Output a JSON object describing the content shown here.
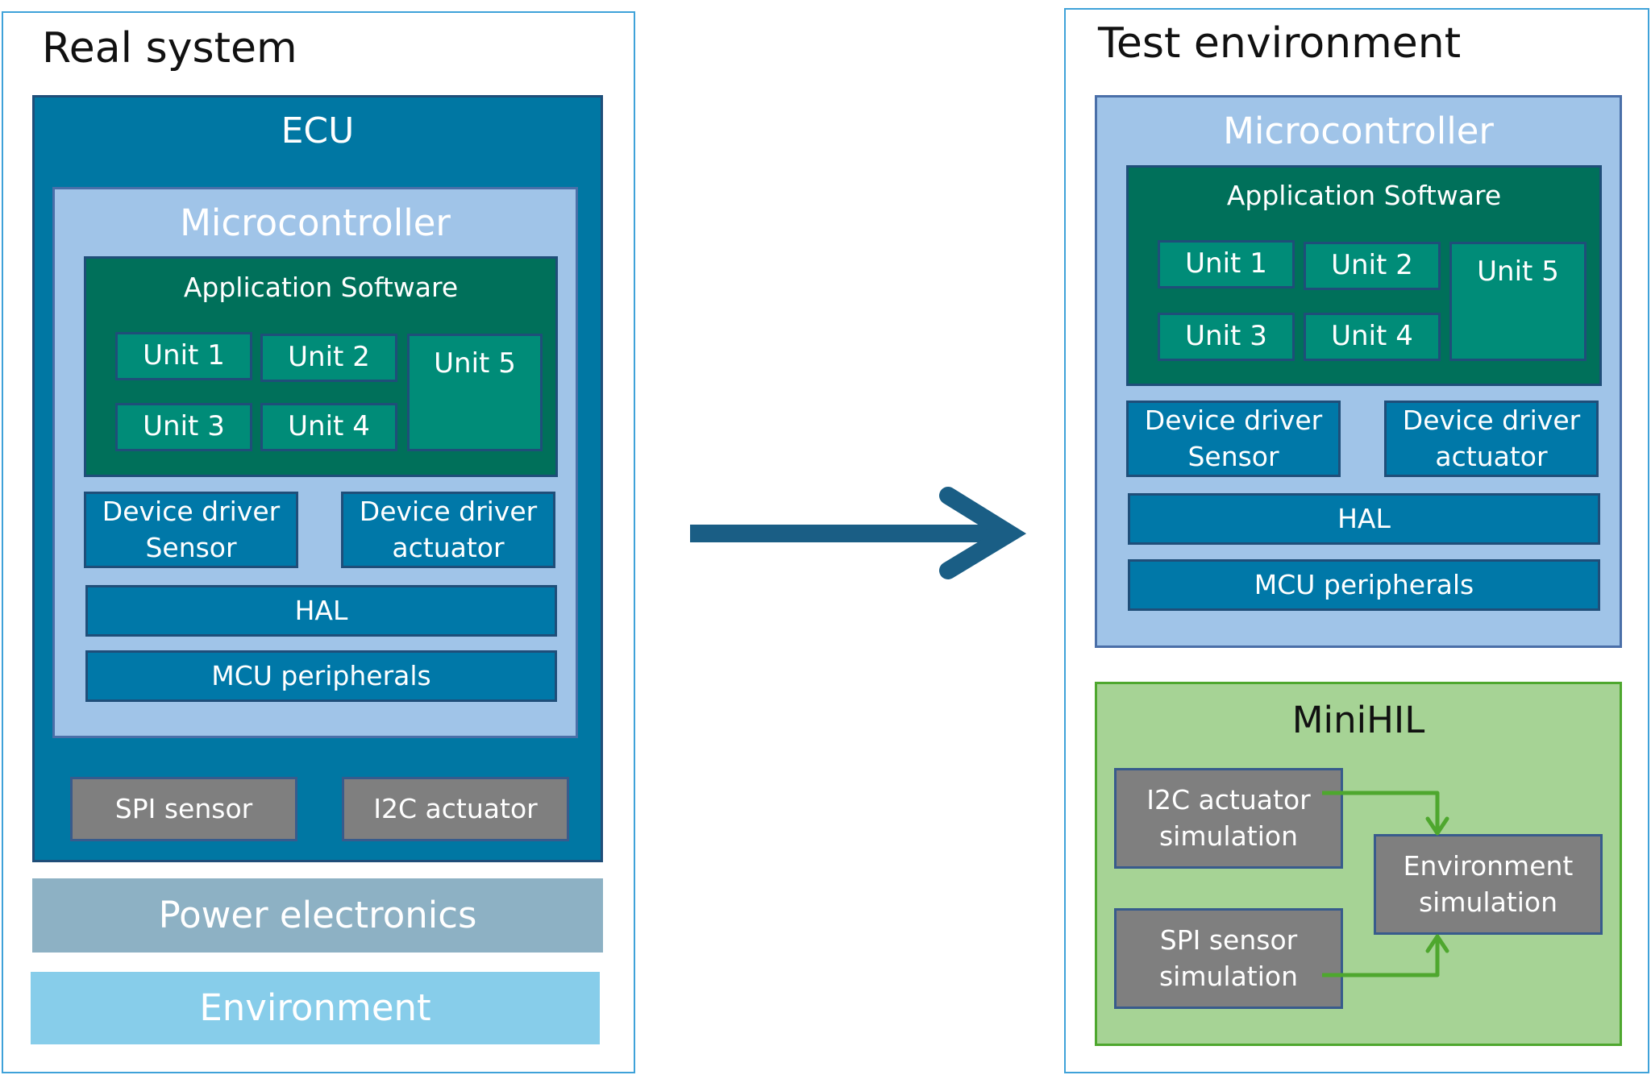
{
  "left": {
    "title": "Real system",
    "ecu": "ECU",
    "microcontroller": "Microcontroller",
    "app_software": "Application Software",
    "units": [
      "Unit 1",
      "Unit 2",
      "Unit 3",
      "Unit 4",
      "Unit 5"
    ],
    "drv_sensor": [
      "Device driver",
      "Sensor"
    ],
    "drv_actuator": [
      "Device driver",
      "actuator"
    ],
    "hal": "HAL",
    "mcu_peripherals": "MCU peripherals",
    "spi_sensor": "SPI sensor",
    "i2c_actuator": "I2C actuator",
    "power_electronics": "Power electronics",
    "environment": "Environment"
  },
  "right": {
    "title": "Test environment",
    "microcontroller": "Microcontroller",
    "app_software": "Application Software",
    "units": [
      "Unit 1",
      "Unit 2",
      "Unit 3",
      "Unit 4",
      "Unit 5"
    ],
    "drv_sensor": [
      "Device driver",
      "Sensor"
    ],
    "drv_actuator": [
      "Device driver",
      "actuator"
    ],
    "hal": "HAL",
    "mcu_peripherals": "MCU peripherals",
    "minihil": "MiniHIL",
    "i2c_sim": [
      "I2C actuator",
      "simulation"
    ],
    "spi_sim": [
      "SPI sensor",
      "simulation"
    ],
    "env_sim": [
      "Environment",
      "simulation"
    ]
  },
  "colors": {
    "panel_border": "#3fa2d9",
    "ecu": "#0077a3",
    "microcontroller": "#a0c4e8",
    "app_software": "#00705a",
    "unit": "#008c78",
    "driver": "#0078a8",
    "sensor_box": "#7f7f7f",
    "power_electronics": "#8db1c4",
    "environment": "#87cdea",
    "minihil": "#a6d395",
    "arrow": "#1a5e85",
    "sim_arrow": "#4ea72e"
  }
}
